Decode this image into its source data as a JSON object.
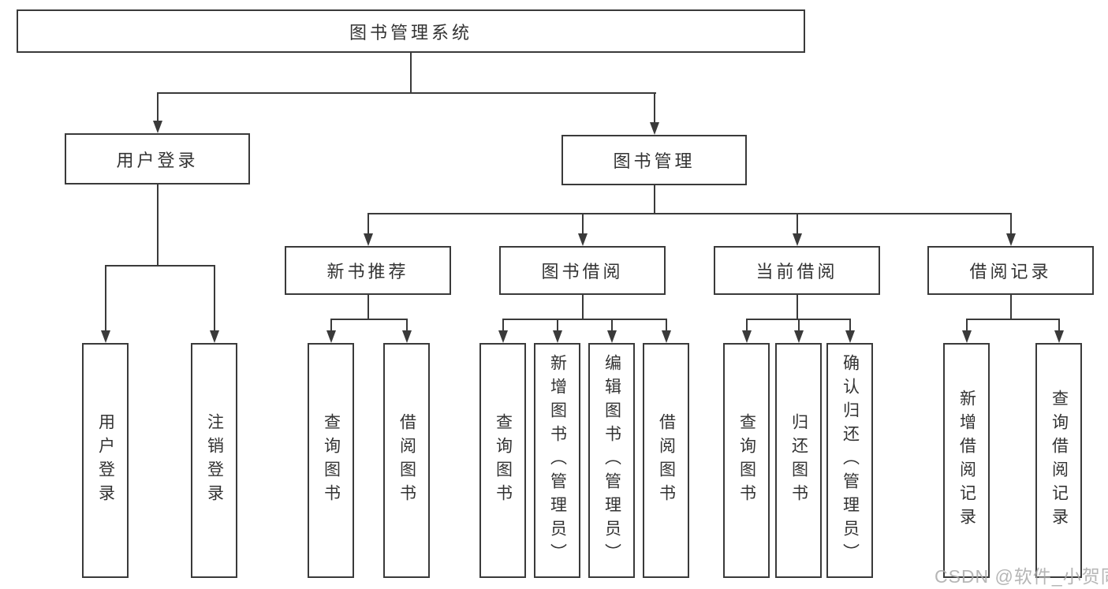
{
  "nodes": {
    "root": "图书管理系统",
    "level2": {
      "user_login": "用户登录",
      "book_mgmt": "图书管理"
    },
    "level3": {
      "new_book": "新书推荐",
      "book_borrow": "图书借阅",
      "current_borrow": "当前借阅",
      "borrow_records": "借阅记录"
    },
    "leaves": {
      "user_login": [
        "用户登录",
        "注销登录"
      ],
      "new_book": [
        "查询图书",
        "借阅图书"
      ],
      "book_borrow": [
        "查询图书",
        "新增图书（管理员）",
        "编辑图书（管理员）",
        "借阅图书"
      ],
      "current_borrow": [
        "查询图书",
        "归还图书",
        "确认归还（管理员）"
      ],
      "borrow_records": [
        "新增借阅记录",
        "查询借阅记录"
      ]
    }
  },
  "watermark": "CSDN @软件_小贺同学",
  "colors": {
    "line": "#3a3a3a",
    "text": "#333333",
    "background": "#ffffff",
    "watermark": "#aaaaaa"
  }
}
